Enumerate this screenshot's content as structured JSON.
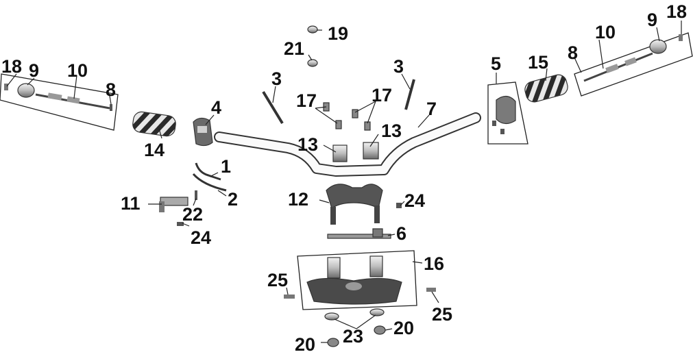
{
  "labels": {
    "l1": "1",
    "l2": "2",
    "l3a": "3",
    "l3b": "3",
    "l4": "4",
    "l5": "5",
    "l6": "6",
    "l7": "7",
    "l8a": "8",
    "l8b": "8",
    "l9a": "9",
    "l9b": "9",
    "l10a": "10",
    "l10b": "10",
    "l11": "11",
    "l12": "12",
    "l13a": "13",
    "l13b": "13",
    "l14": "14",
    "l15": "15",
    "l16": "16",
    "l17a": "17",
    "l17b": "17",
    "l18a": "18",
    "l18b": "18",
    "l19": "19",
    "l20a": "20",
    "l20b": "20",
    "l21": "21",
    "l22": "22",
    "l23": "23",
    "l24a": "24",
    "l24b": "24",
    "l25a": "25",
    "l25b": "25"
  }
}
